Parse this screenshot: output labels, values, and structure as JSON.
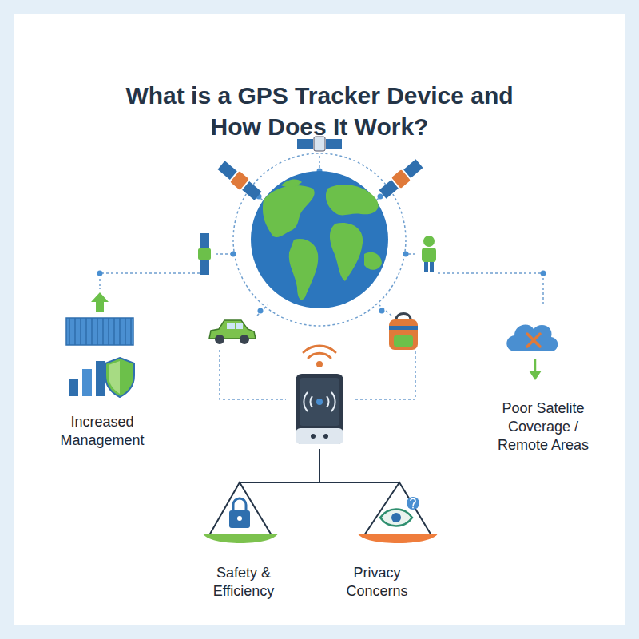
{
  "diagram": {
    "title": "What is a GPS Tracker Device and How Does It Work?",
    "labels": [
      "Increased Management",
      "Poor Satelite Coverage / Remote Areas",
      "Safety & Efficiency",
      "Privacy Concerns"
    ]
  }
}
